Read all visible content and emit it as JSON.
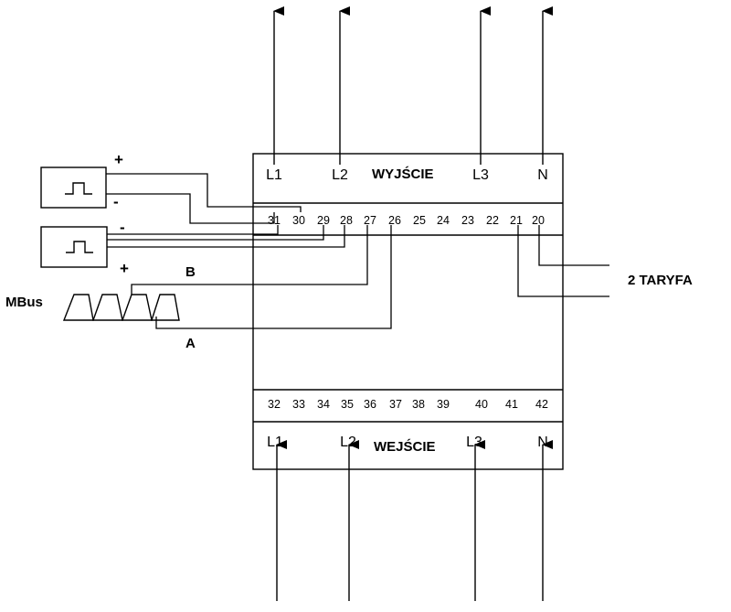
{
  "output_label": "WYJŚCIE",
  "input_label": "WEJŚCIE",
  "tariff_label": "2 TARYFA",
  "mbus_label": "MBus",
  "bus_b_label": "B",
  "bus_a_label": "A",
  "plus_sign": "+",
  "minus_sign": "-",
  "top_phases": [
    "L1",
    "L2",
    "L3",
    "N"
  ],
  "bottom_phases": [
    "L1",
    "L2",
    "L3",
    "N"
  ],
  "top_terminals": [
    "31",
    "30",
    "29",
    "28",
    "27",
    "26",
    "25",
    "24",
    "23",
    "22",
    "21",
    "20"
  ],
  "bottom_terminals": [
    "32",
    "33",
    "34",
    "35",
    "36",
    "37",
    "38",
    "39",
    "40",
    "41",
    "42"
  ]
}
